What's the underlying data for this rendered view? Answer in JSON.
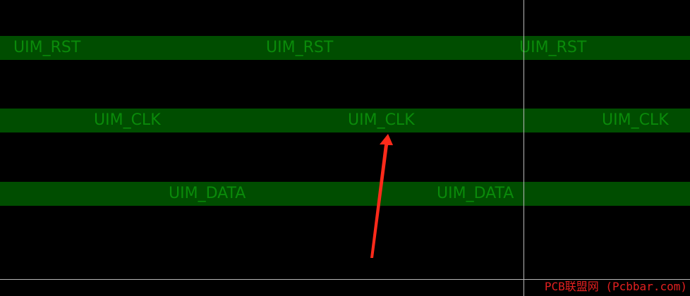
{
  "traces": {
    "rst": {
      "labels": [
        "UIM_RST",
        "UIM_RST",
        "UIM_RST"
      ]
    },
    "clk": {
      "labels": [
        "UIM_CLK",
        "UIM_CLK",
        "UIM_CLK"
      ]
    },
    "data": {
      "labels": [
        "UIM_DATA",
        "UIM_DATA"
      ]
    }
  },
  "colors": {
    "background": "#000000",
    "trace_fill": "#004d00",
    "trace_label": "#0a8a0a",
    "crosshair": "#b8b8b8",
    "annotation_arrow": "#ff2a1a",
    "watermark": "#e32020"
  },
  "watermark": {
    "text": "PCB联盟网 (Pcbbar.com)"
  }
}
